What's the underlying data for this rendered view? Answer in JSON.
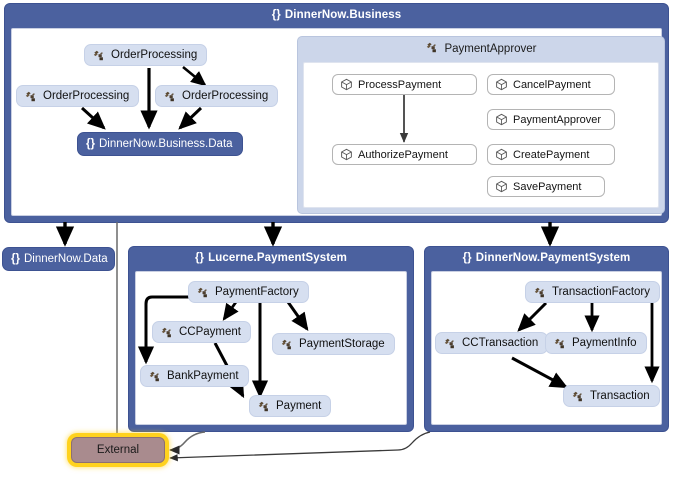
{
  "diagram": {
    "title": "DinnerNow.Business",
    "namespace_icon": "braces-icon",
    "class_icon": "class-icon",
    "method_icon": "method-cube-icon"
  },
  "containers": {
    "business": {
      "braces": "{}",
      "title": "DinnerNow.Business"
    },
    "lucerne": {
      "braces": "{}",
      "title": "Lucerne.PaymentSystem"
    },
    "dinnernow_payment": {
      "braces": "{}",
      "title": "DinnerNow.PaymentSystem"
    }
  },
  "groups": {
    "payment_approver": {
      "title": "PaymentApprover",
      "members": [
        {
          "label": "ProcessPayment"
        },
        {
          "label": "CancelPayment"
        },
        {
          "label": "AuthorizePayment"
        },
        {
          "label": "PaymentApprover"
        },
        {
          "label": "CreatePayment"
        },
        {
          "label": "SavePayment"
        }
      ]
    }
  },
  "nodes": {
    "business": [
      {
        "label": "OrderProcessing",
        "kind": "class"
      },
      {
        "label": "OrderProcessing",
        "kind": "class"
      },
      {
        "label": "OrderProcessing",
        "kind": "class"
      },
      {
        "label": "DinnerNow.Business.Data",
        "kind": "namespace",
        "braces": "{}"
      }
    ],
    "standalone": [
      {
        "label": "DinnerNow.Data",
        "kind": "namespace",
        "braces": "{}"
      }
    ],
    "lucerne": [
      {
        "label": "PaymentFactory",
        "kind": "class"
      },
      {
        "label": "CCPayment",
        "kind": "class"
      },
      {
        "label": "PaymentStorage",
        "kind": "class"
      },
      {
        "label": "BankPayment",
        "kind": "class"
      },
      {
        "label": "Payment",
        "kind": "class"
      }
    ],
    "dinnernow_payment": [
      {
        "label": "TransactionFactory",
        "kind": "class"
      },
      {
        "label": "CCTransaction",
        "kind": "class"
      },
      {
        "label": "PaymentInfo",
        "kind": "class"
      },
      {
        "label": "Transaction",
        "kind": "class"
      }
    ],
    "external": {
      "label": "External",
      "kind": "external"
    }
  },
  "colors": {
    "namespace_fill": "#4b619f",
    "namespace_stroke": "#3d5291",
    "class_fill": "#d6dff0",
    "class_stroke": "#c6d1e7",
    "group_fill": "#ccd6ea",
    "method_fill": "#ffffff",
    "external_fill": "#a98b8e",
    "external_highlight": "#ffd21e",
    "edge_strong": "#000000",
    "edge_weak": "#6a6a6a",
    "canvas": "#ffffff"
  }
}
